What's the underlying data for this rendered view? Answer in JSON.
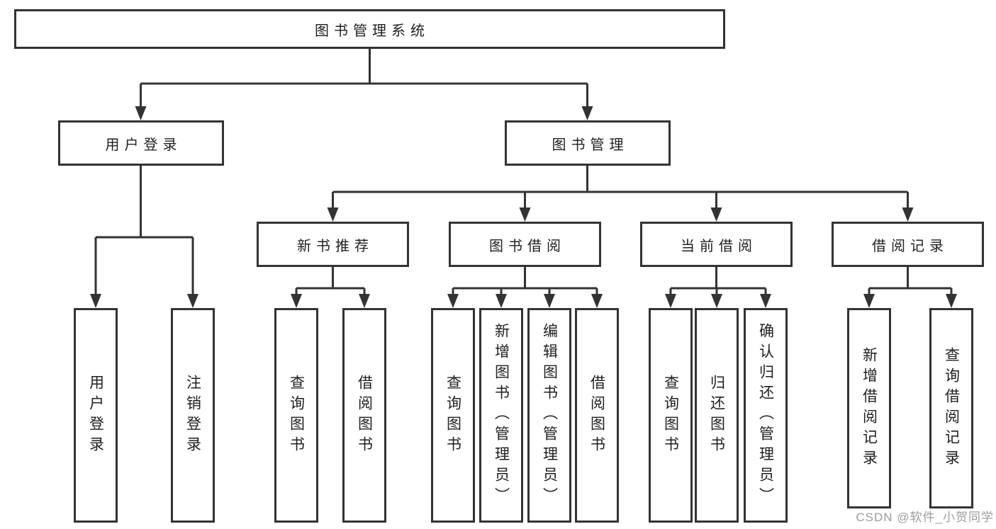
{
  "tree": {
    "root": {
      "label": "图书管理系统"
    },
    "branches": [
      {
        "label": "用户登录",
        "children": [
          {
            "label": "用户登录"
          },
          {
            "label": "注销登录"
          }
        ]
      },
      {
        "label": "图书管理",
        "children": [
          {
            "label": "新书推荐",
            "children": [
              {
                "label": "查询图书"
              },
              {
                "label": "借阅图书"
              }
            ]
          },
          {
            "label": "图书借阅",
            "children": [
              {
                "label": "查询图书"
              },
              {
                "label": "新增图书（管理员）"
              },
              {
                "label": "编辑图书（管理员）"
              },
              {
                "label": "借阅图书"
              }
            ]
          },
          {
            "label": "当前借阅",
            "children": [
              {
                "label": "查询图书"
              },
              {
                "label": "归还图书"
              },
              {
                "label": "确认归还（管理员）"
              }
            ]
          },
          {
            "label": "借阅记录",
            "children": [
              {
                "label": "新增借阅记录"
              },
              {
                "label": "查询借阅记录"
              }
            ]
          }
        ]
      }
    ]
  },
  "watermark": {
    "text": "CSDN @软件_小贺同学"
  },
  "colors": {
    "line": "#333333",
    "box_border": "#333333",
    "text": "#1f1f1f",
    "watermark": "#9c9c9c",
    "background": "#ffffff"
  }
}
